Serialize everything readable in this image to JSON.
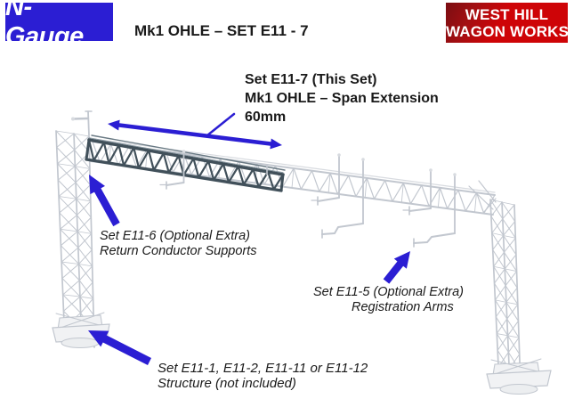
{
  "header": {
    "logo_text": "N-Gauge",
    "title": "Mk1 OHLE – SET E11 - 7",
    "brand": {
      "line1": "WEST HILL",
      "line2": "WAGON WORKS"
    }
  },
  "callouts": {
    "this_set": {
      "line1": "Set E11-7 (This Set)",
      "line2": "Mk1 OHLE – Span Extension",
      "line3": "60mm"
    },
    "e11_6": {
      "line1": "Set E11-6 (Optional Extra)",
      "line2": "Return Conductor Supports"
    },
    "e11_5": {
      "line1": "Set E11-5 (Optional Extra)",
      "line2": "Registration Arms"
    },
    "structure": {
      "line1": "Set E11-1, E11-2, E11-11 or E11-12",
      "line2": "Structure (not included)"
    }
  },
  "colors": {
    "accent_blue": "#2b1ed3",
    "logo_blue": "#2b1ed3",
    "brand_red": "#ce0407",
    "brand_red_dark": "#7a0d12",
    "structure_light": "#c2c7cf",
    "structure_light_soft": "#d8dbe0",
    "structure_dark": "#41505a",
    "structure_dark_highlight": "#8b99a2",
    "text": "#1a1a1a"
  }
}
